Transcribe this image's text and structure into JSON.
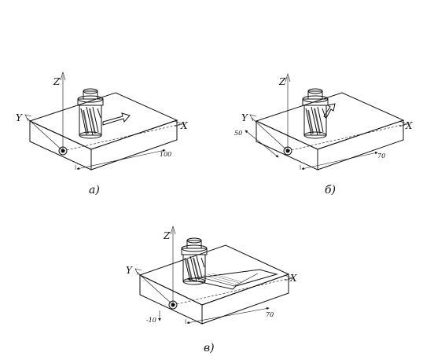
{
  "panels": [
    {
      "caption": "а)",
      "axes": {
        "z": "Z",
        "y": "Y",
        "x": "X"
      },
      "dims": {
        "x_move": "100"
      }
    },
    {
      "caption": "б)",
      "axes": {
        "z": "Z",
        "y": "Y",
        "x": "X"
      },
      "dims": {
        "y_move": "50",
        "x_move": "70"
      }
    },
    {
      "caption": "в)",
      "axes": {
        "z": "Z",
        "y": "Y",
        "x": "X"
      },
      "dims": {
        "z_move": "-10",
        "x_move": "70"
      }
    }
  ]
}
